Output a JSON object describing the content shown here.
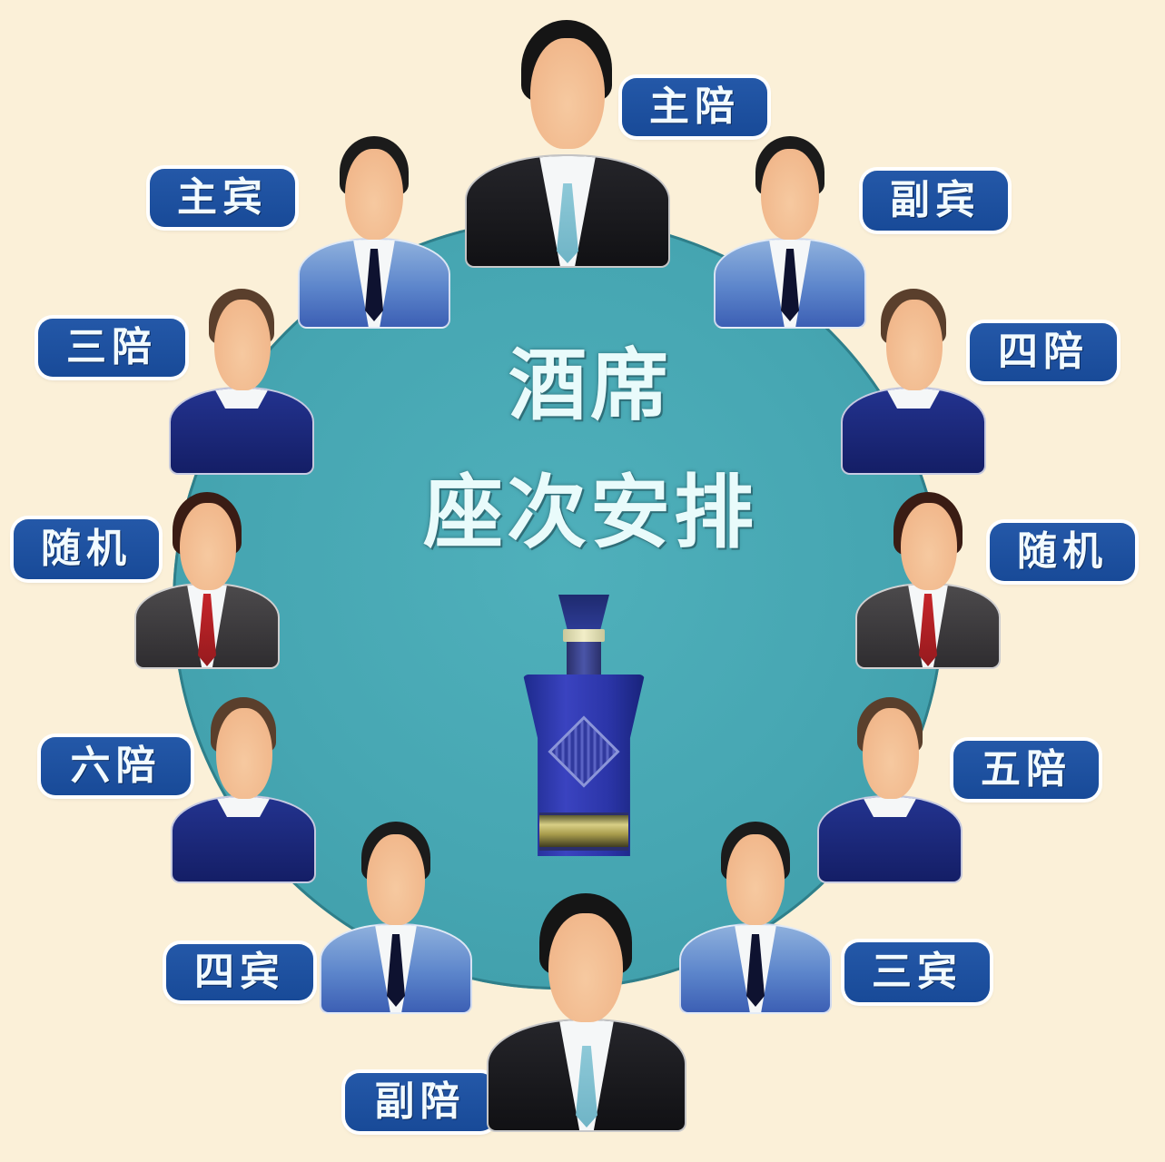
{
  "title": {
    "line1": "酒席",
    "line2": "座次安排"
  },
  "colors": {
    "background": "#fbf0d8",
    "table": "#46a6b2",
    "label_bg": "#1f52a0",
    "label_text": "#f2fbff",
    "title_text": "#e9fbfb"
  },
  "center_item": {
    "name": "liquor bottle"
  },
  "seats": [
    {
      "position": "top",
      "label": "主陪",
      "attire": "black suit, light blue tie"
    },
    {
      "position": "upper-left",
      "label": "主宾",
      "attire": "blue suit, dark tie"
    },
    {
      "position": "upper-right",
      "label": "副宾",
      "attire": "blue suit, dark tie"
    },
    {
      "position": "left-upper",
      "label": "三陪",
      "attire": "navy sweater"
    },
    {
      "position": "right-upper",
      "label": "四陪",
      "attire": "navy sweater"
    },
    {
      "position": "left-middle",
      "label": "随机",
      "attire": "gray suit, red tie"
    },
    {
      "position": "right-middle",
      "label": "随机",
      "attire": "gray suit, red tie"
    },
    {
      "position": "left-lower",
      "label": "六陪",
      "attire": "navy sweater"
    },
    {
      "position": "right-lower",
      "label": "五陪",
      "attire": "navy sweater"
    },
    {
      "position": "lower-left",
      "label": "四宾",
      "attire": "blue suit, dark tie"
    },
    {
      "position": "lower-right",
      "label": "三宾",
      "attire": "blue suit, dark tie"
    },
    {
      "position": "bottom",
      "label": "副陪",
      "attire": "black suit, light blue tie"
    }
  ]
}
